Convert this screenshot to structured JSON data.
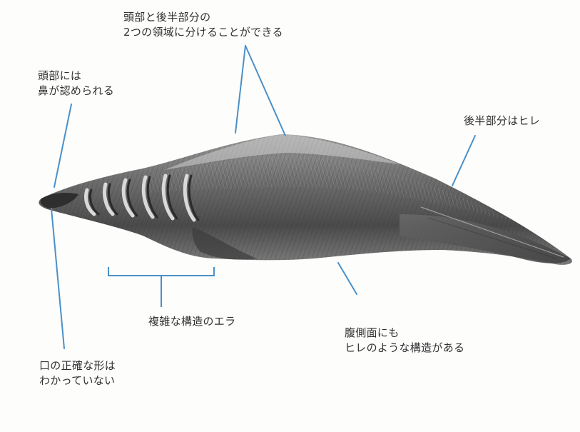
{
  "labels": {
    "head_tail_regions": {
      "line1": "頭部と後半部分の",
      "line2": "2つの領域に分けることができる"
    },
    "head_nose": {
      "line1": "頭部には",
      "line2": "鼻が認められる"
    },
    "tail_fin": {
      "line1": "後半部分はヒレ"
    },
    "gills": {
      "line1": "複雑な構造のエラ"
    },
    "ventral_fin": {
      "line1": "腹側面にも",
      "line2": "ヒレのような構造がある"
    },
    "mouth": {
      "line1": "口の正確な形は",
      "line2": "わかっていない"
    }
  },
  "colors": {
    "pointer_line": "#4a90c8",
    "body_dark": "#3a3a3a",
    "body_mid": "#7a7a7a",
    "body_light": "#b5b5b5",
    "label_text": "#303030"
  }
}
